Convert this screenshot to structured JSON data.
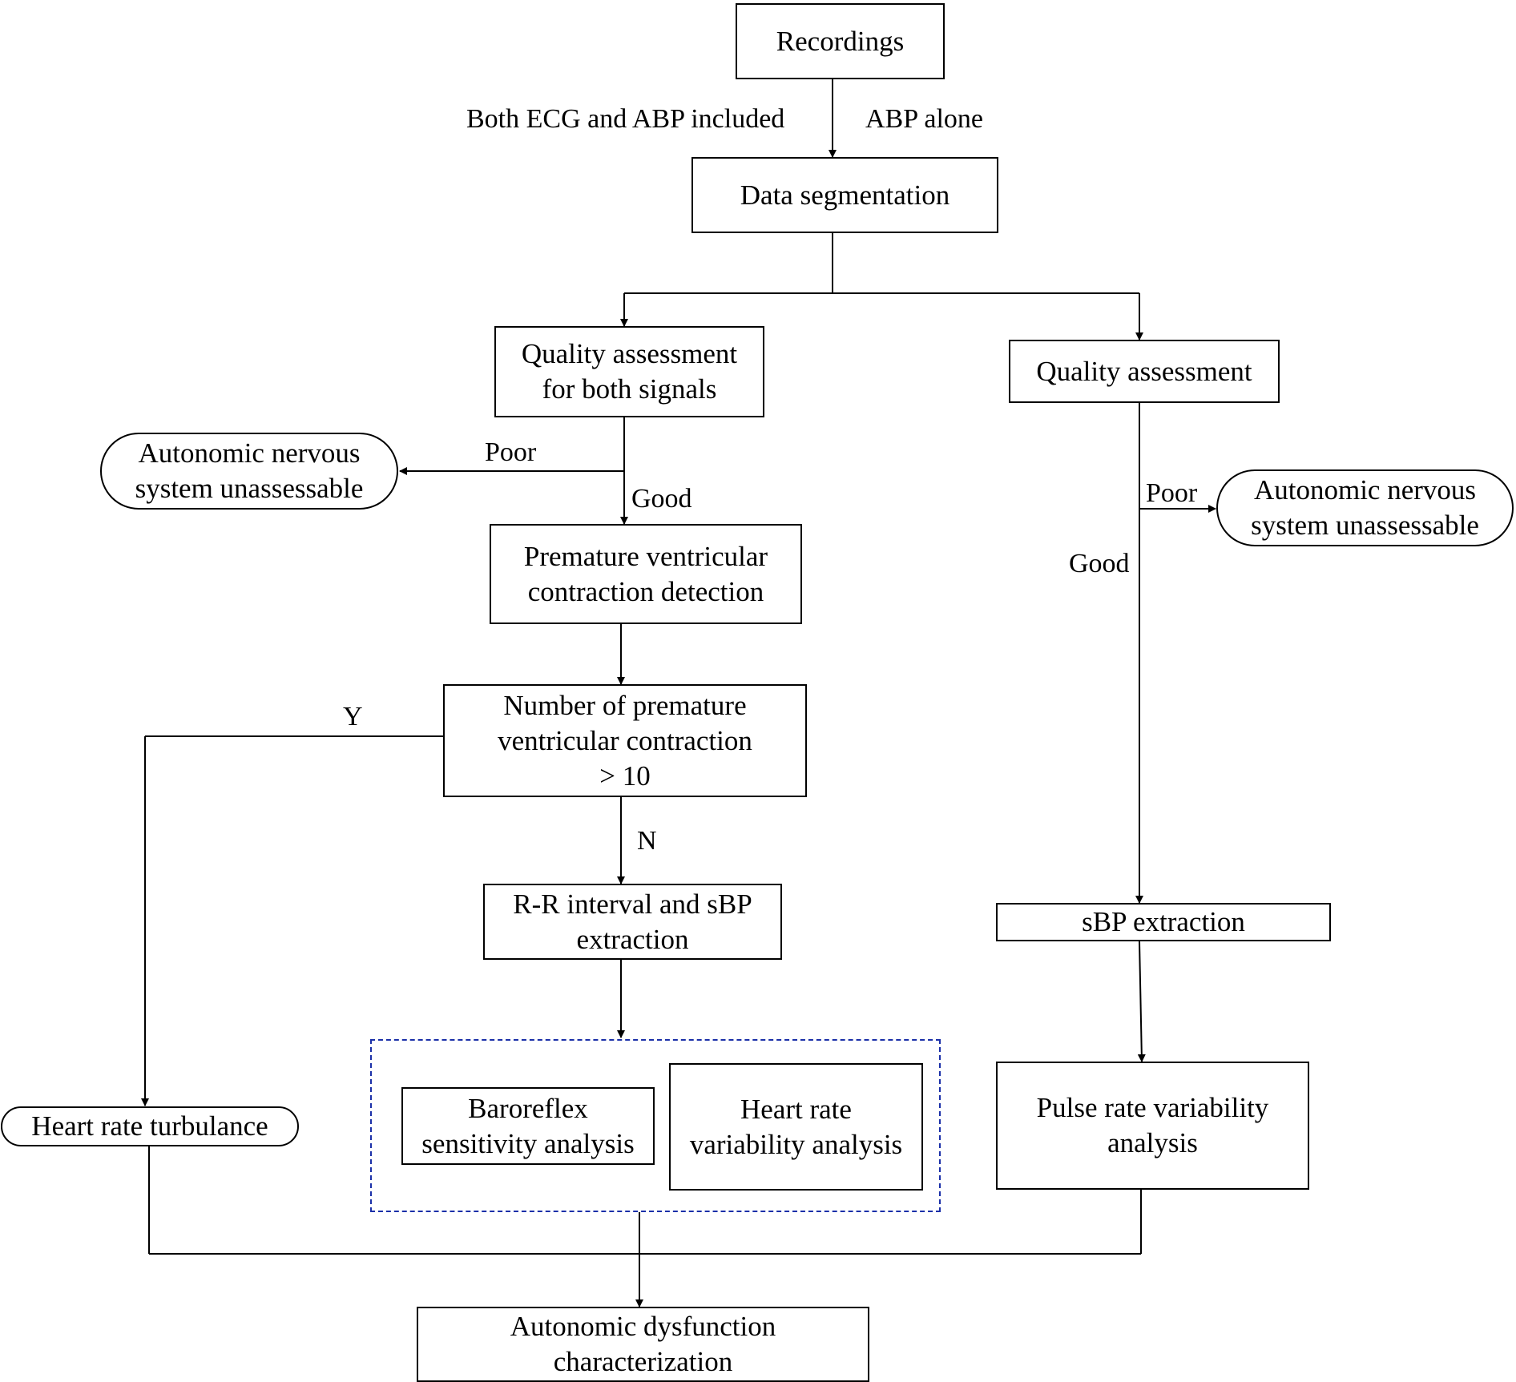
{
  "nodes": {
    "recordings": "Recordings",
    "segmentation": "Data segmentation",
    "quality_both": "Quality assessment\nfor both signals",
    "quality": "Quality assessment",
    "ans_left": "Autonomic nervous\nsystem unassessable",
    "ans_right": "Autonomic nervous\nsystem unassessable",
    "pvc_detection": "Premature ventricular\ncontraction detection",
    "pvc_number": "Number of premature\nventricular contraction\n> 10",
    "rr_sbp": "R-R interval and sBP\nextraction",
    "sbp": "sBP extraction",
    "hrt": "Heart rate turbulance",
    "brs": "Baroreflex\nsensitivity analysis",
    "hrv": "Heart rate\nvariability analysis",
    "prv": "Pulse rate variability\nanalysis",
    "dysfunction": "Autonomic dysfunction\ncharacterization"
  },
  "edge_labels": {
    "both_included": "Both ECG and ABP included",
    "abp_alone": "ABP alone",
    "poor_left": "Poor",
    "good_left": "Good",
    "poor_right": "Poor",
    "good_right": "Good",
    "yes": "Y",
    "no": "N"
  },
  "colors": {
    "group_border": "#1a2fa8",
    "line": "#000000"
  }
}
